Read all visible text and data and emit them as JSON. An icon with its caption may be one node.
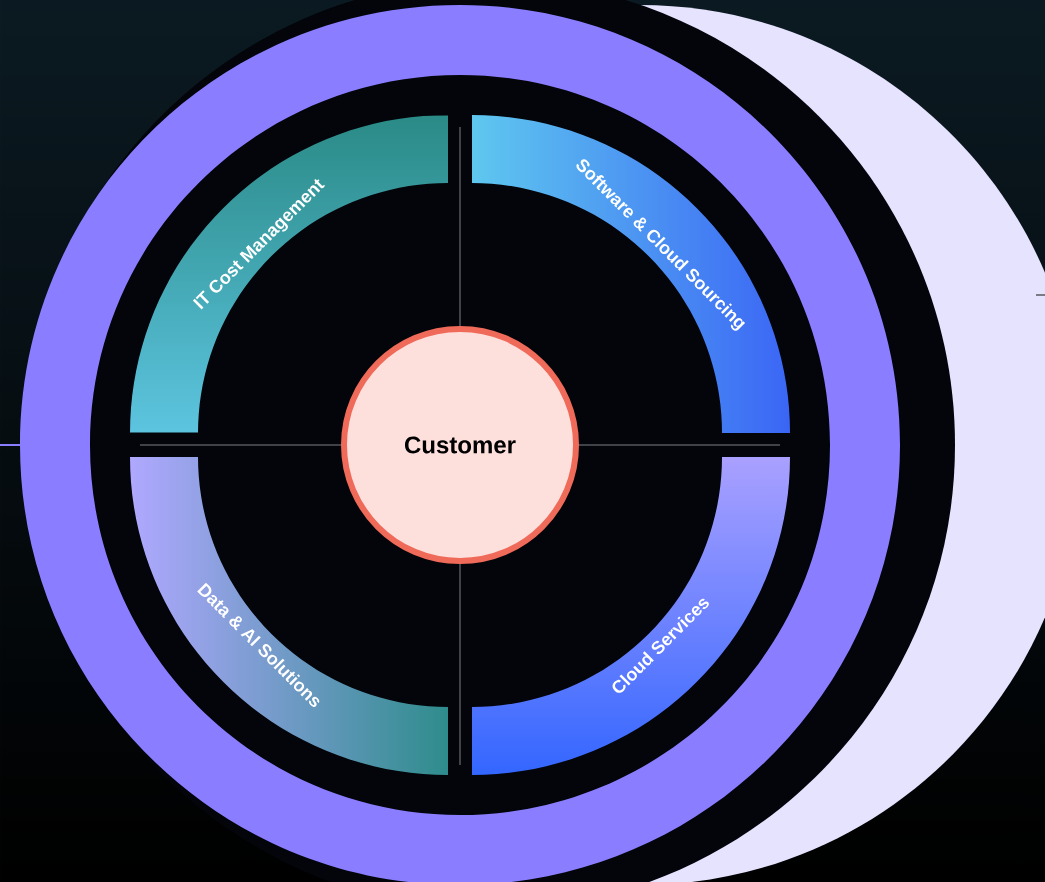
{
  "diagram": {
    "nodes": [
      {
        "text": [
          "IT Cost Management"
        ]
      },
      {
        "text": [
          "Software & Cloud Sourcing"
        ]
      },
      {
        "text": [
          "Customer"
        ]
      },
      {
        "text": [
          "Data & AI Solutions"
        ]
      },
      {
        "text": [
          "Cloud Services"
        ]
      }
    ]
  }
}
